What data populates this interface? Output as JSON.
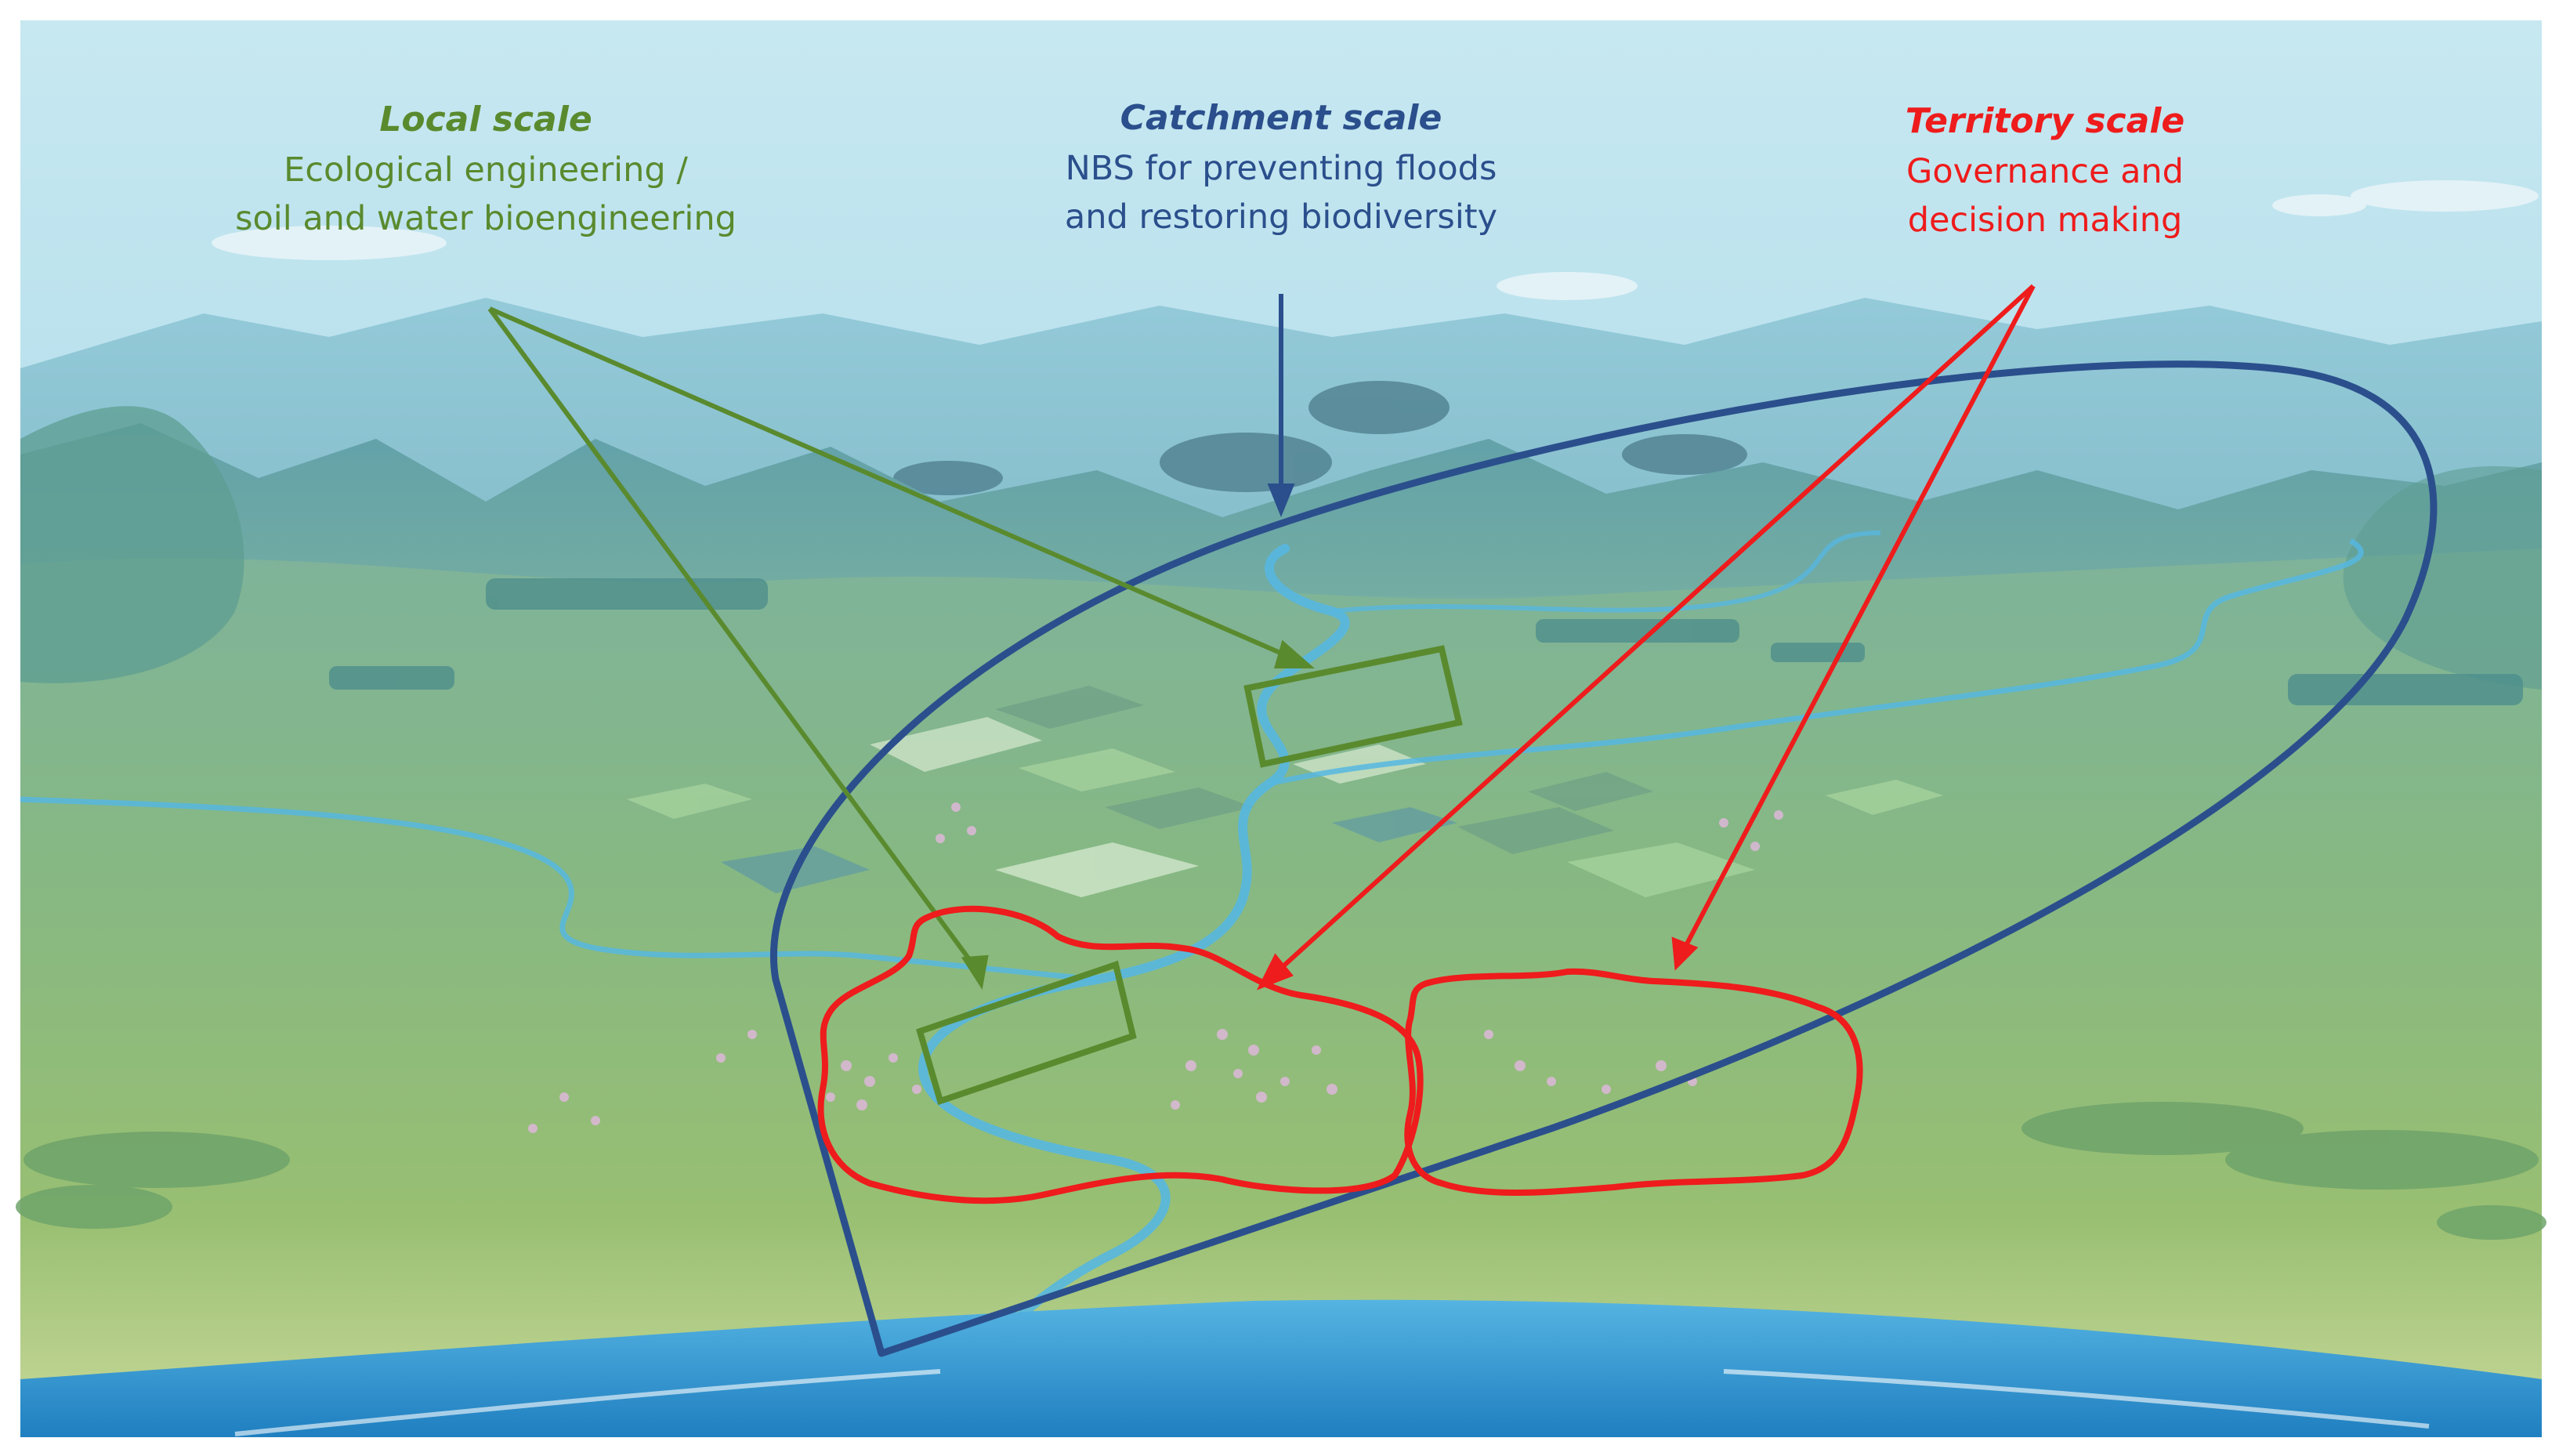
{
  "colors": {
    "local": "#5a8a2e",
    "catchment": "#2b4f8c",
    "territory": "#ee1c1c",
    "sky_top": "#bfe4ef",
    "sky_bottom": "#9fd2e3",
    "land": "#8fb972",
    "river": "#56b7e0",
    "sea": "#2f8fcc"
  },
  "labels": {
    "local": {
      "title": "Local scale",
      "line1": "Ecological engineering /",
      "line2": "soil and water bioengineering"
    },
    "catchment": {
      "title": "Catchment scale",
      "line1": "NBS for preventing floods",
      "line2": "and restoring biodiversity"
    },
    "territory": {
      "title": "Territory scale",
      "line1": "Governance and",
      "line2": "decision making"
    }
  },
  "icons": {
    "landscape": "valley-landscape-illustration",
    "catchment_outline": "catchment-boundary-outline",
    "local_sites": "site-rectangle-outline",
    "territory_zones": "territory-freehand-outline"
  }
}
